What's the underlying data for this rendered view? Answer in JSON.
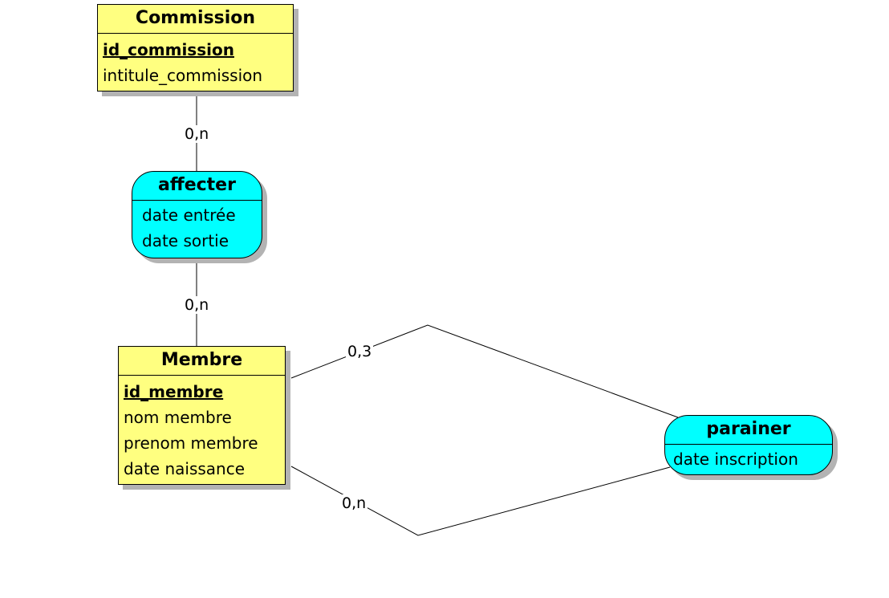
{
  "entities": {
    "commission": {
      "title": "Commission",
      "attributes": [
        {
          "name": "id_commission",
          "key": true
        },
        {
          "name": "intitule_commission",
          "key": false
        }
      ]
    },
    "membre": {
      "title": "Membre",
      "attributes": [
        {
          "name": "id_membre",
          "key": true
        },
        {
          "name": "nom membre",
          "key": false
        },
        {
          "name": "prenom membre",
          "key": false
        },
        {
          "name": "date naissance",
          "key": false
        }
      ]
    }
  },
  "associations": {
    "affecter": {
      "title": "affecter",
      "attributes": [
        {
          "name": "date entrée"
        },
        {
          "name": "date sortie"
        }
      ]
    },
    "parainer": {
      "title": "parainer",
      "attributes": [
        {
          "name": "date inscription"
        }
      ]
    }
  },
  "cardinalities": {
    "commission_affecter": "0,n",
    "membre_affecter": "0,n",
    "membre_parainer_top": "0,3",
    "membre_parainer_bottom": "0,n"
  },
  "colors": {
    "entity_fill": "#ffff80",
    "association_fill": "#00ffff",
    "shadow": "#b3b3b3"
  }
}
